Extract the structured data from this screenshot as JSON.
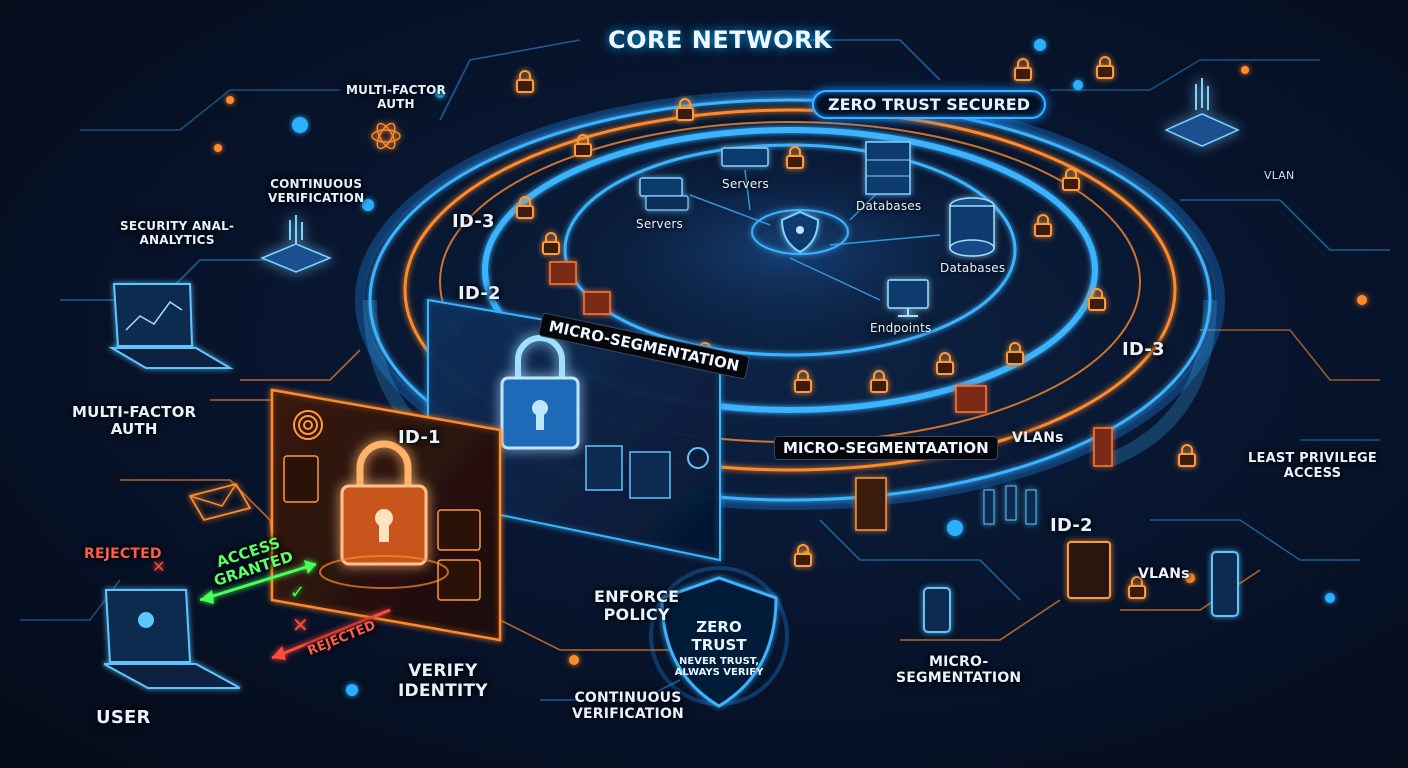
{
  "core_network": "CORE NETWORK",
  "zero_trust_secured": "ZERO TRUST SECURED",
  "left": {
    "mfa_top": "MULTI-FACTOR\nAUTH",
    "continuous_verification": "CONTINUOUS\nVERIFICATION",
    "security_analytics": "SECURITY ANAL-\nANALYTICS",
    "mfa_mid": "MULTI-FACTOR\nAUTH",
    "rejected_left": "REJECTED",
    "access_granted": "ACCESS\nGRANTED",
    "rejected_bottom": "REJECTED",
    "user": "USER",
    "verify_identity": "VERIFY\nIDENTITY"
  },
  "ring": {
    "id3_left": "ID-3",
    "id2_left": "ID-2",
    "id1": "ID-1",
    "micro_seg_tag": "MICRO-SEGMENTATION",
    "micro_seg_tag2": "MICRO-SEGMENTAATION",
    "vlans_ring": "VLANs",
    "id3_right": "ID-3"
  },
  "core": {
    "servers_top": "Servers",
    "servers_left": "Servers",
    "databases_top": "Databases",
    "databases_right": "Databases",
    "endpoints": "Endpoints"
  },
  "bottom": {
    "enforce_policy": "ENFORCE\nPOLICY",
    "continuous_verification": "CONTINUOUS\nVERIFICATION",
    "badge_title": "ZERO TRUST",
    "badge_sub": "NEVER TRUST,\nALWAYS VERIFY",
    "micro_segmentation": "MICRO-\nSEGMENTATION"
  },
  "right": {
    "least_privilege": "LEAST PRIVILEGE\nACCESS",
    "id2": "ID-2",
    "vlans": "VLANs",
    "vlans_top": "VLAN"
  },
  "colors": {
    "cyan": "#3ab3ff",
    "orange": "#ff8a2a",
    "red": "#ff4b3a",
    "green": "#5cff6a",
    "background": "#050b1a"
  }
}
